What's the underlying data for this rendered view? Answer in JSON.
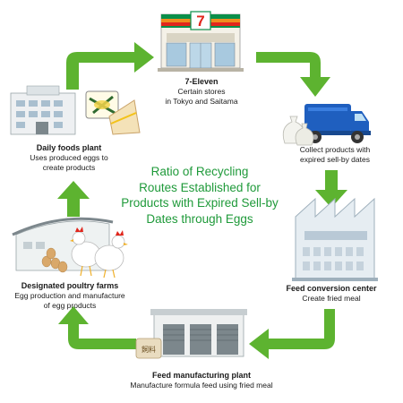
{
  "center_title": [
    "Ratio of Recycling",
    "Routes Established for",
    "Products with Expired Sell-by",
    "Dates through Eggs"
  ],
  "nodes": {
    "store": {
      "title": "7-Eleven",
      "lines": [
        "Certain stores",
        "in Tokyo and Saitama"
      ]
    },
    "collect": {
      "title": "",
      "lines": [
        "Collect products with",
        "expired sell-by dates"
      ]
    },
    "feed_center": {
      "title": "Feed conversion center",
      "lines": [
        "Create fried meal"
      ]
    },
    "feed_plant": {
      "title": "Feed manufacturing plant",
      "lines": [
        "Manufacture formula feed using fried meal"
      ]
    },
    "farm": {
      "title": "Designated poultry farms",
      "lines": [
        "Egg production and manufacture",
        "of egg products"
      ]
    },
    "foods_plant": {
      "title": "Daily foods plant",
      "lines": [
        "Uses produced eggs to",
        "create products"
      ]
    }
  },
  "feed_bag_text": "飼料",
  "colors": {
    "arrow": "#5db330",
    "title_text": "#1f9a3a",
    "store_green": "#0a8f4a",
    "store_orange": "#f08c1e",
    "store_red": "#e1261c"
  }
}
